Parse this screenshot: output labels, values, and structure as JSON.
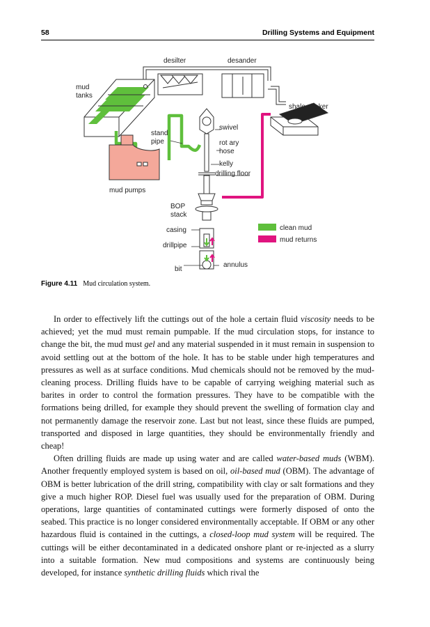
{
  "header": {
    "page_number": "58",
    "running_title": "Drilling Systems and Equipment"
  },
  "figure": {
    "labels": {
      "desilter": "desilter",
      "desander": "desander",
      "mud_tanks_1": "mud",
      "mud_tanks_2": "tanks",
      "shale_shaker": "shale shaker",
      "swivel": "swivel",
      "stand_pipe_1": "stand",
      "stand_pipe_2": "pipe",
      "rotary_hose_1": "rot ary",
      "rotary_hose_2": "hose",
      "kelly": "kelly",
      "drilling_floor": "drilling floor",
      "mud_pumps": "mud pumps",
      "bop_1": "BOP",
      "bop_2": "stack",
      "casing": "casing",
      "drillpipe": "drillpipe",
      "bit": "bit",
      "annulus": "annulus",
      "legend_clean": "clean mud",
      "legend_returns": "mud returns"
    },
    "colors": {
      "clean_mud": "#5fbf3c",
      "mud_returns": "#e0147f",
      "pump": "#f4a89a"
    },
    "caption_number": "Figure 4.11",
    "caption_text": "Mud circulation system."
  },
  "body": {
    "p1": {
      "t1": "In order to effectively lift the cuttings out of the hole a certain fluid ",
      "e1": "viscosity",
      "t2": " needs to be achieved; yet the mud must remain pumpable. If the mud circulation stops, for instance to change the bit, the mud must ",
      "e2": "gel",
      "t3": " and any material suspended in it must remain in suspension to avoid settling out at the bottom of the hole. It has to be stable under high temperatures and pressures as well as at surface conditions. Mud chemicals should not be removed by the mud-cleaning process. Drilling fluids have to be capable of carrying weighing material such as barites in order to control the formation pressures. They have to be compatible with the formations being drilled, for example they should prevent the swelling of formation clay and not permanently damage the reservoir zone. Last but not least, since these fluids are pumped, transported and disposed in large quantities, they should be environmentally friendly and cheap!"
    },
    "p2": {
      "t1": "Often drilling fluids are made up using water and are called ",
      "e1": "water-based muds",
      "t2": " (WBM). Another frequently employed system is based on oil, ",
      "e2": "oil-based mud",
      "t3": " (OBM). The advantage of OBM is better lubrication of the drill string, compatibility with clay or salt formations and they give a much higher ROP. Diesel fuel was usually used for the preparation of OBM. During operations, large quantities of contaminated cuttings were formerly disposed of onto the seabed. This practice is no longer considered environmentally acceptable. If OBM or any other hazardous fluid is contained in the cuttings, a ",
      "e3": "closed-loop mud system",
      "t4": " will be required. The cuttings will be either decontaminated in a dedicated onshore plant or re-injected as a slurry into a suitable formation. New mud compositions and systems are continuously being developed, for instance ",
      "e4": "synthetic drilling fluids",
      "t5": " which rival the"
    }
  }
}
